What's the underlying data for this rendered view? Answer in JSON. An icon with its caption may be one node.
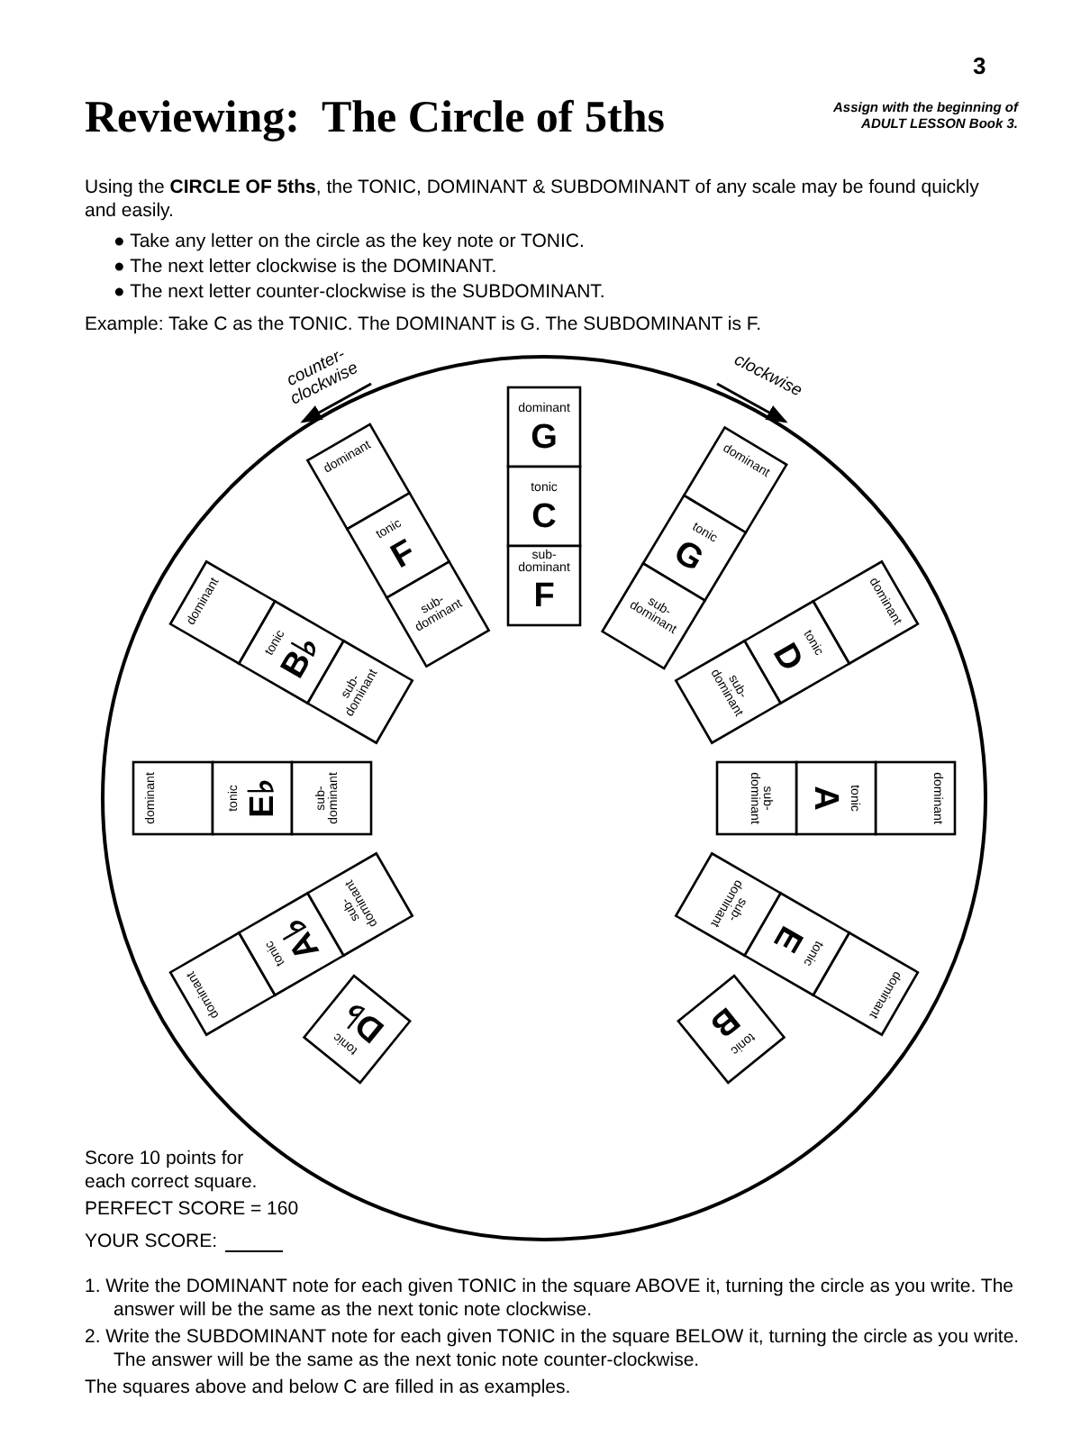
{
  "diagram": {
    "title": "Reviewing:  The Circle of 5ths",
    "nodes": [
      {
        "text": [
          "dominant",
          "G"
        ]
      },
      {
        "text": [
          "tonic",
          "C"
        ]
      },
      {
        "text": [
          "sub- dominant",
          "F"
        ]
      },
      {
        "text": [
          "dominant"
        ]
      },
      {
        "text": [
          "tonic",
          "G"
        ]
      },
      {
        "text": [
          "sub- dominant"
        ]
      },
      {
        "text": [
          "dominant"
        ]
      },
      {
        "text": [
          "tonic",
          "D"
        ]
      },
      {
        "text": [
          "sub- dominant"
        ]
      },
      {
        "text": [
          "dominant"
        ]
      },
      {
        "text": [
          "tonic",
          "A"
        ]
      },
      {
        "text": [
          "sub- dominant"
        ]
      },
      {
        "text": [
          "dominant"
        ]
      },
      {
        "text": [
          "tonic",
          "E"
        ]
      },
      {
        "text": [
          "sub- dominant"
        ]
      },
      {
        "text": [
          "tonic",
          "B"
        ]
      },
      {
        "text": [
          "tonic",
          "D♭"
        ]
      },
      {
        "text": [
          "dominant"
        ]
      },
      {
        "text": [
          "tonic",
          "A♭"
        ]
      },
      {
        "text": [
          "sub- dominant"
        ]
      },
      {
        "text": [
          "dominant"
        ]
      },
      {
        "text": [
          "tonic",
          "E♭"
        ]
      },
      {
        "text": [
          "sub- dominant"
        ]
      },
      {
        "text": [
          "dominant"
        ]
      },
      {
        "text": [
          "tonic",
          "B♭"
        ]
      },
      {
        "text": [
          "sub- dominant"
        ]
      },
      {
        "text": [
          "dominant"
        ]
      },
      {
        "text": [
          "tonic",
          "F"
        ]
      },
      {
        "text": [
          "sub- dominant"
        ]
      }
    ],
    "edges": [],
    "labels": [
      "3",
      "Assign with the beginning of ADULT LESSON Book 3.",
      "Using the **CIRCLE OF 5ths**, the TONIC, DOMINANT & SUBDOMINANT of any scale may be found quickly and easily.",
      "●  Take any letter on the circle as the key note or TONIC.",
      "●  The next letter clockwise is the DOMINANT.",
      "●  The next letter counter-clockwise is the SUBDOMINANT.",
      "Example:  Take C as the TONIC.  The DOMINANT is G.  The SUBDOMINANT is F.",
      "counter- clockwise",
      "clockwise",
      "Score 10 points for each correct square.",
      "PERFECT SCORE = 160",
      "YOUR SCORE:",
      "1.  Write the DOMINANT note for each given TONIC in the square ABOVE it, turning the circle as you write.  The answer will be the same as the next tonic note clockwise.",
      "2.  Write the SUBDOMINANT note for each given TONIC in the square BELOW it, turning the circle as you write.  The answer will be the same as the next tonic note counter-clockwise.",
      "The squares above and below C are filled in as examples."
    ]
  }
}
